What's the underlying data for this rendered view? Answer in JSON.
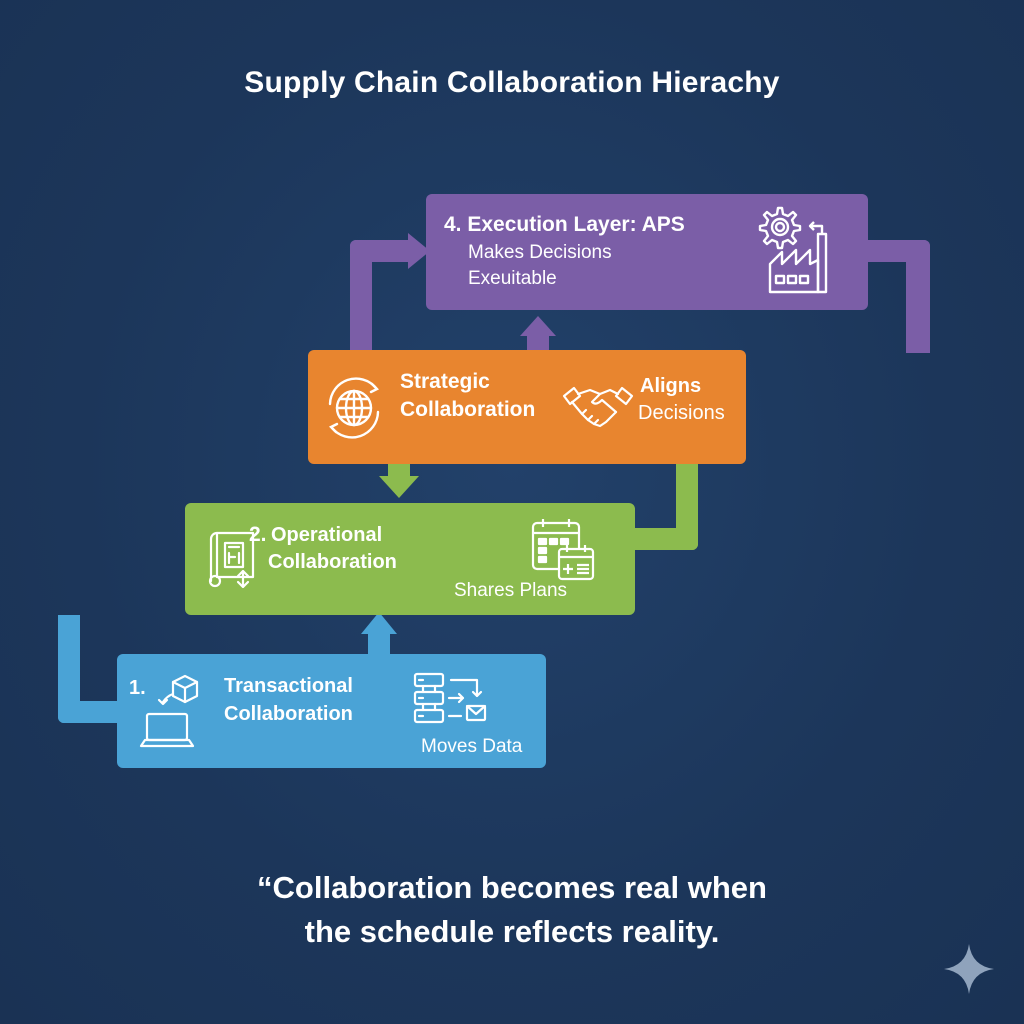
{
  "title": "Supply Chain Collaboration Hierachy",
  "colors": {
    "background": "#1d3557",
    "execution": "#7b5ea7",
    "strategic": "#e8852f",
    "operational": "#8cbb4e",
    "transactional": "#4aa3d6"
  },
  "layers": {
    "execution": {
      "heading": "4. Execution Layer: APS",
      "line1": "Makes Decisions",
      "line2": "Exeuitable",
      "icon": "gear-factory-icon"
    },
    "strategic": {
      "heading_line1": "Strategic",
      "heading_line2": "Collaboration",
      "action_line1": "Aligns",
      "action_line2": "Decisions",
      "icon_left": "globe-cycle-icon",
      "icon_right": "handshake-icon"
    },
    "operational": {
      "number": "2.",
      "heading_line1": "Operational",
      "heading_line2": "Collaboration",
      "action": "Shares Plans",
      "icon_left": "blueprint-icon",
      "icon_right": "calendar-icon"
    },
    "transactional": {
      "number": "1.",
      "heading_line1": "Transactional",
      "heading_line2": "Collaboration",
      "action": "Moves Data",
      "icon_left": "box-laptop-icon",
      "icon_right": "server-transfer-icon"
    }
  },
  "quote": {
    "line1": "“Collaboration becomes real when",
    "line2": "the schedule reflects reality."
  },
  "watermark": "sparkle-icon"
}
